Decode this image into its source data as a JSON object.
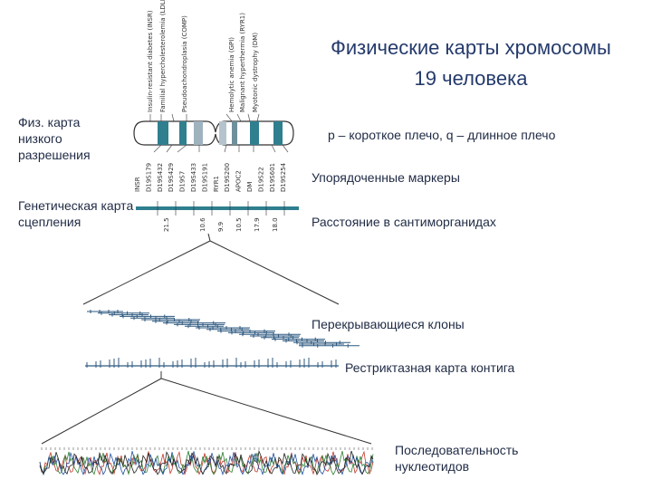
{
  "title": "Физические карты хромосомы 19 человека",
  "labels": {
    "phys_map": "Физ. карта низкого разрешения",
    "genetic_map": "Генетическая карта сцепления",
    "arms": "p – короткое плечо, q – длинное плечо",
    "markers": "Упорядоченные маркеры",
    "distance": "Расстояние в сантиморганидах",
    "clones": "Перекрывающиеся клоны",
    "restriction": "Рестриктазная карта контига",
    "sequence": "Последовательность нуклеотидов"
  },
  "genes": [
    "Insulin-resistant diabetes (INSR)",
    "Familial hypercholesterolemia (LDLR)",
    "Pseudoachondroplasia (COMP)",
    "Hemolytic anemia (GPI)",
    "Malignant hyperthermia (RYR1)",
    "Myotonic dystrophy (DM)"
  ],
  "markers": [
    "INSR",
    "D19S179",
    "D19S432",
    "D19S429",
    "D19S7",
    "D19S433",
    "D19S191",
    "RYR1",
    "D19S200",
    "APOC2",
    "DM",
    "D19S22",
    "D19S601",
    "D19S254"
  ],
  "distances": [
    "21.5",
    "10.6",
    "9.9",
    "10.5",
    "17.9",
    "18.0"
  ],
  "colors": {
    "accent": "#2f7f8f",
    "text": "#1f2a44",
    "title": "#243a6b"
  }
}
